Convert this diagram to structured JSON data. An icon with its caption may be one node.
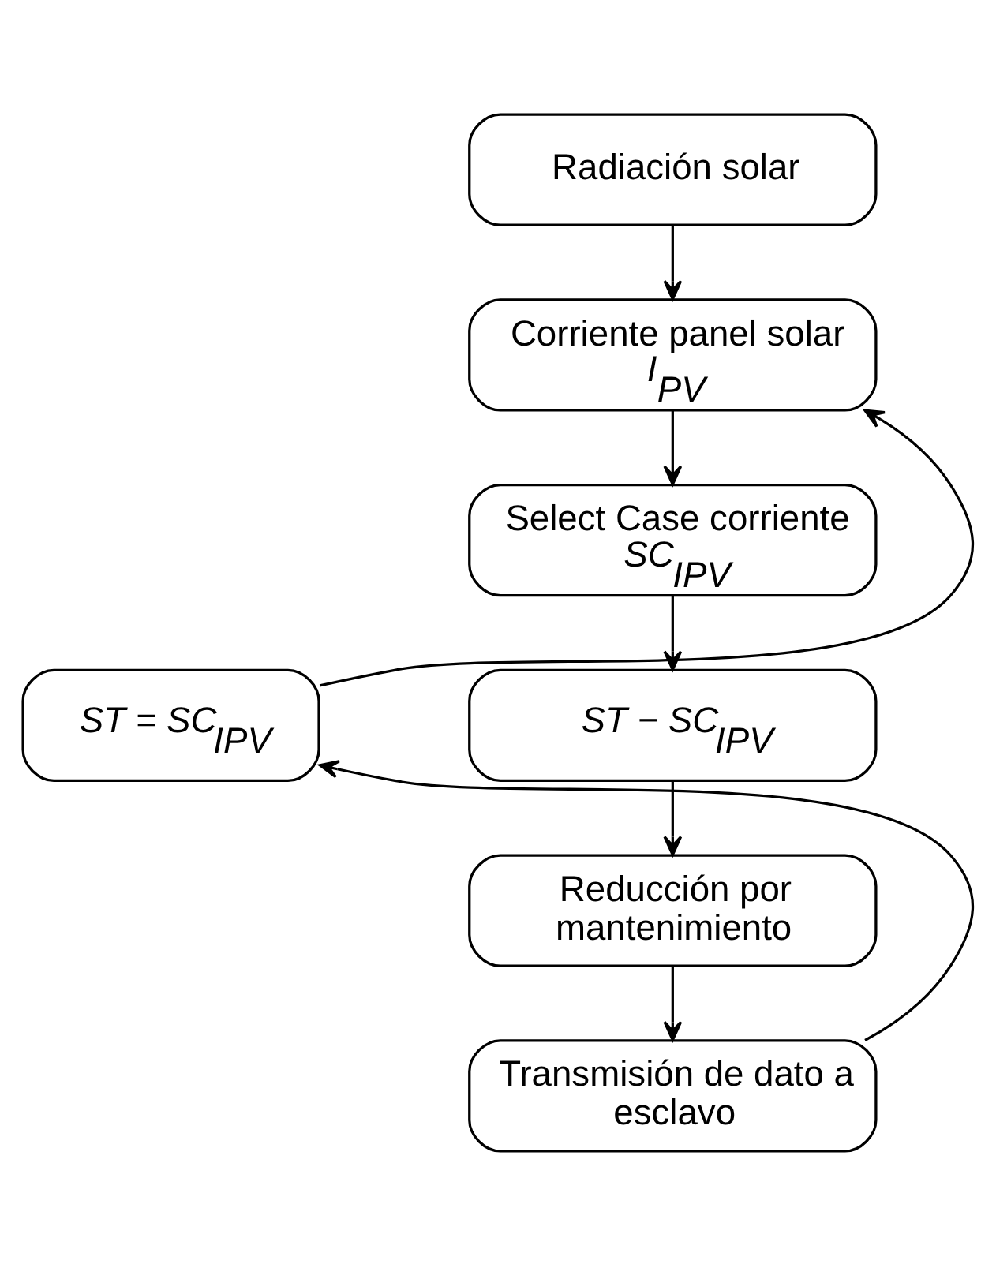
{
  "diagram": {
    "nodes": [
      {
        "text": [
          "Radiación solar"
        ]
      },
      {
        "text": [
          "Corriente panel solar",
          "*I$_{PV}$*"
        ]
      },
      {
        "text": [
          "Select Case corriente",
          "*SC$_{IPV}$*"
        ]
      },
      {
        "text": [
          "*ST − SC$_{IPV}$*"
        ]
      },
      {
        "text": [
          "Reducción por mantenimiento"
        ]
      },
      {
        "text": [
          "Transmisión de dato a esclavo"
        ]
      },
      {
        "text": [
          "*ST = SC$_{IPV}$*"
        ]
      }
    ],
    "edges": [
      {
        "from": 0,
        "to": 1,
        "arrow": "to"
      },
      {
        "from": 1,
        "to": 2,
        "arrow": "to"
      },
      {
        "from": 2,
        "to": 3,
        "arrow": "to"
      },
      {
        "from": 3,
        "to": 4,
        "arrow": "to"
      },
      {
        "from": 4,
        "to": 5,
        "arrow": "to"
      },
      {
        "from": 5,
        "to": 6,
        "arrow": "to"
      },
      {
        "from": 6,
        "to": 1,
        "arrow": "to"
      }
    ]
  }
}
